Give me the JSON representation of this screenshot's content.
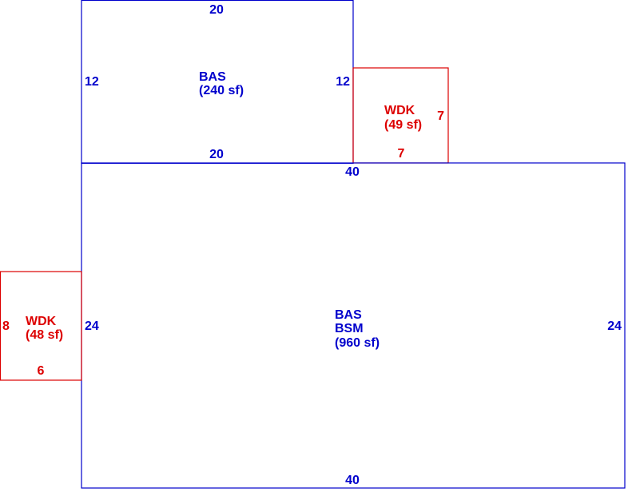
{
  "colors": {
    "living_area": "#0000cc",
    "deck": "#dd0000",
    "background": "#ffffff"
  },
  "areas": {
    "upper_bas": {
      "code": "BAS",
      "area": "(240 sf)",
      "dims": {
        "top": "20",
        "bottom": "20",
        "left": "12",
        "right": "12"
      }
    },
    "main_bas": {
      "code": "BAS",
      "code2": "BSM",
      "area": "(960 sf)",
      "dims": {
        "top": "40",
        "bottom": "40",
        "left": "24",
        "right": "24"
      }
    },
    "wdk_right": {
      "code": "WDK",
      "area": "(49 sf)",
      "dims": {
        "bottom": "7",
        "right": "7"
      }
    },
    "wdk_left": {
      "code": "WDK",
      "area": "(48 sf)",
      "dims": {
        "left": "8",
        "bottom": "6"
      }
    }
  }
}
